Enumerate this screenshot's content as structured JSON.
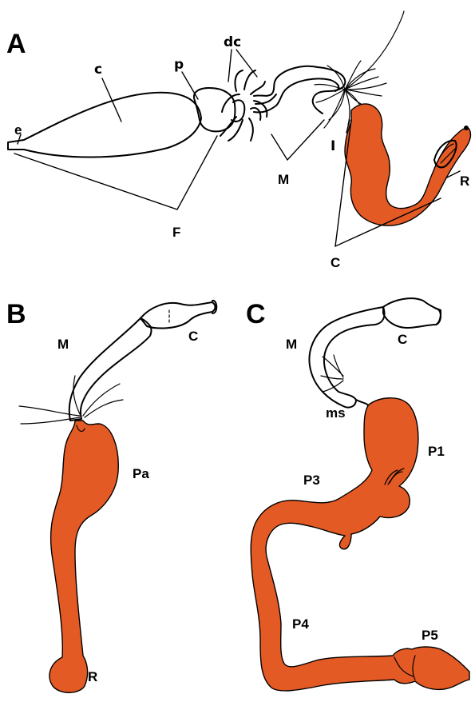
{
  "colors": {
    "gut_orange": "#e45a25",
    "ink": "#000000",
    "background": "#ffffff",
    "stipple": "#222222"
  },
  "panels": {
    "a": {
      "letter": "A",
      "labels": {
        "e": "e",
        "c": "c",
        "p": "p",
        "dc": "dc",
        "F": "F",
        "M": "M",
        "I": "I",
        "C": "C",
        "R": "R"
      }
    },
    "b": {
      "letter": "B",
      "labels": {
        "M": "M",
        "C": "C",
        "Pa": "Pa",
        "R": "R"
      }
    },
    "c": {
      "letter": "C",
      "labels": {
        "M": "M",
        "C": "C",
        "ms": "ms",
        "P1": "P1",
        "P3": "P3",
        "P4": "P4",
        "P5": "P5"
      }
    }
  }
}
